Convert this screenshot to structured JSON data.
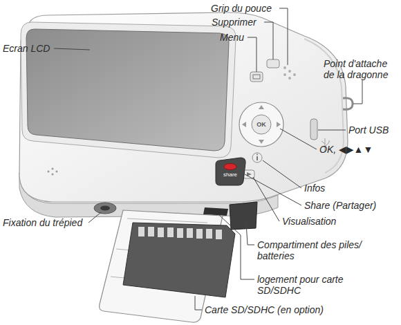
{
  "diagram": {
    "labels": [
      "Grip du pouce",
      "Supprimer",
      "Menu",
      "Ecran LCD",
      "Point d'attache de la dragonne",
      "Port USB",
      "OK, ◀▶▲▼",
      "OK",
      "Infos",
      "share",
      "Share (Partager)",
      "Visualisation",
      "Fixation du trépied",
      "Compartiment des piles/ batteries",
      "logement pour carte SD/SDHC",
      "Carte SD/SDHC (en option)"
    ]
  }
}
